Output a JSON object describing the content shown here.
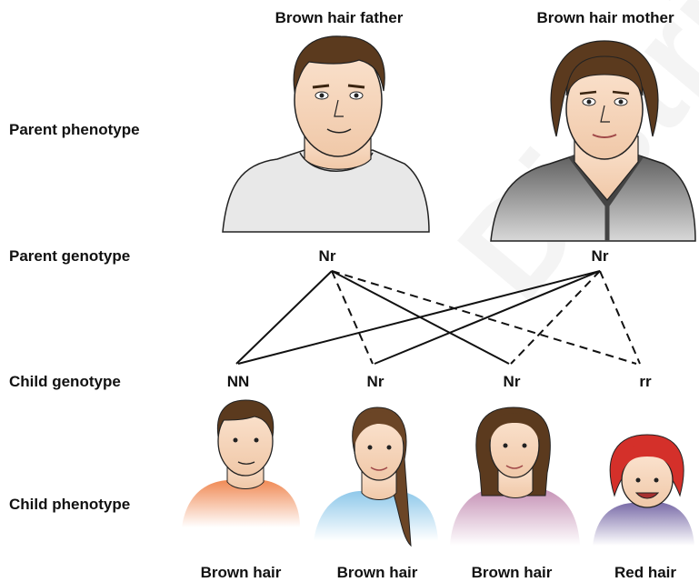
{
  "parents": {
    "father_caption": "Brown hair father",
    "mother_caption": "Brown hair mother",
    "father_genotype": "Nr",
    "mother_genotype": "Nr",
    "hair_color": "#5b3a1e",
    "father_shirt": "#e6e6e6",
    "mother_shirt": "#7d7d7d"
  },
  "row_labels": {
    "parent_phenotype": "Parent phenotype",
    "parent_genotype": "Parent genotype",
    "child_genotype": "Child genotype",
    "child_phenotype": "Child phenotype"
  },
  "children": [
    {
      "genotype": "NN",
      "phenotype": "Brown hair",
      "hair_color": "#5b3a1e",
      "shirt_color": "#f08a55"
    },
    {
      "genotype": "Nr",
      "phenotype": "Brown hair",
      "hair_color": "#6b4526",
      "shirt_color": "#8fc8ea"
    },
    {
      "genotype": "Nr",
      "phenotype": "Brown hair",
      "hair_color": "#5b3a1e",
      "shirt_color": "#c48fb4"
    },
    {
      "genotype": "rr",
      "phenotype": "Red hair",
      "hair_color": "#d4302a",
      "shirt_color": "#7a6ca8"
    }
  ],
  "legend": {
    "dominant_allele_line": "solid",
    "recessive_allele_line": "dashed"
  },
  "watermark": "Distrib"
}
